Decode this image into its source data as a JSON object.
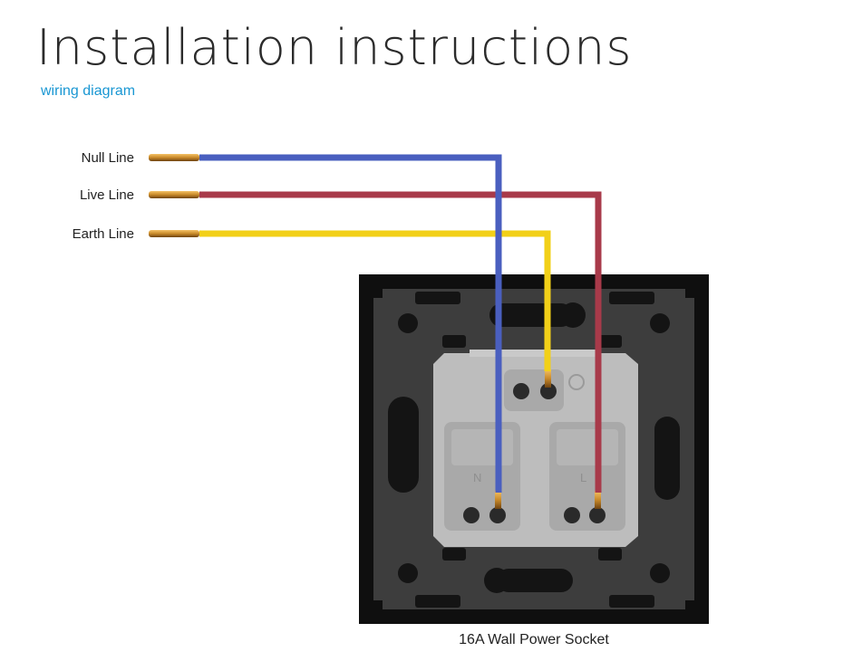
{
  "header": {
    "title": "Installation instructions",
    "subtitle": "wiring diagram"
  },
  "wires": [
    {
      "label": "Null Line",
      "color": "#4a5fbf"
    },
    {
      "label": "Live Line",
      "color": "#a83a4a"
    },
    {
      "label": "Earth Line",
      "color": "#f2d018"
    }
  ],
  "socket": {
    "caption": "16A Wall Power Socket",
    "terminal_left": "N",
    "terminal_right": "L",
    "colors": {
      "frame": "#0f0f0f",
      "plate": "#3d3d3d",
      "module": "#bdbdbd"
    }
  }
}
